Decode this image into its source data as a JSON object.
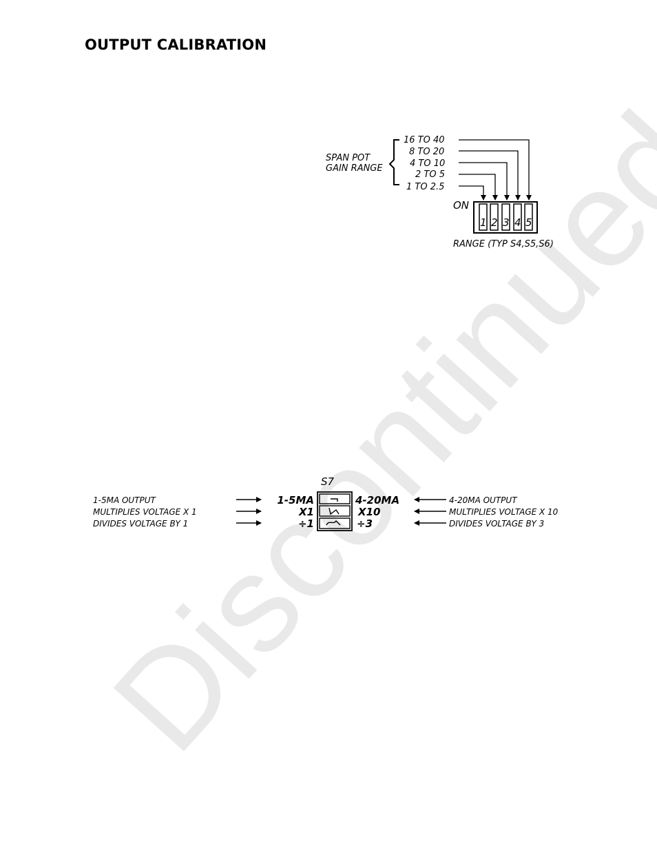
{
  "heading": "OUTPUT CALIBRATION",
  "watermark": "Discontinued",
  "range_diagram": {
    "group_label_line1": "SPAN POT",
    "group_label_line2": "GAIN RANGE",
    "ranges": [
      "16  TO  40",
      "8  TO  20",
      "4  TO  10",
      "2  TO  5",
      "1  TO  2.5"
    ],
    "on_label": "ON",
    "switch_numbers": [
      "1",
      "2",
      "3",
      "4",
      "5"
    ],
    "caption": "RANGE  (TYP  S4,S5,S6)"
  },
  "s7_diagram": {
    "switch_name": "S7",
    "left_descriptions": [
      "1-5MA  OUTPUT",
      "MULTIPLIES  VOLTAGE  X  1",
      "DIVIDES  VOLTAGE  BY  1"
    ],
    "left_settings": [
      "1-5MA",
      "X1",
      "÷1"
    ],
    "right_settings": [
      "4-20MA",
      "X10",
      "÷3"
    ],
    "right_descriptions": [
      "4-20MA  OUTPUT",
      "MULTIPLIES  VOLTAGE  X  10",
      "DIVIDES  VOLTAGE  BY  3"
    ]
  }
}
